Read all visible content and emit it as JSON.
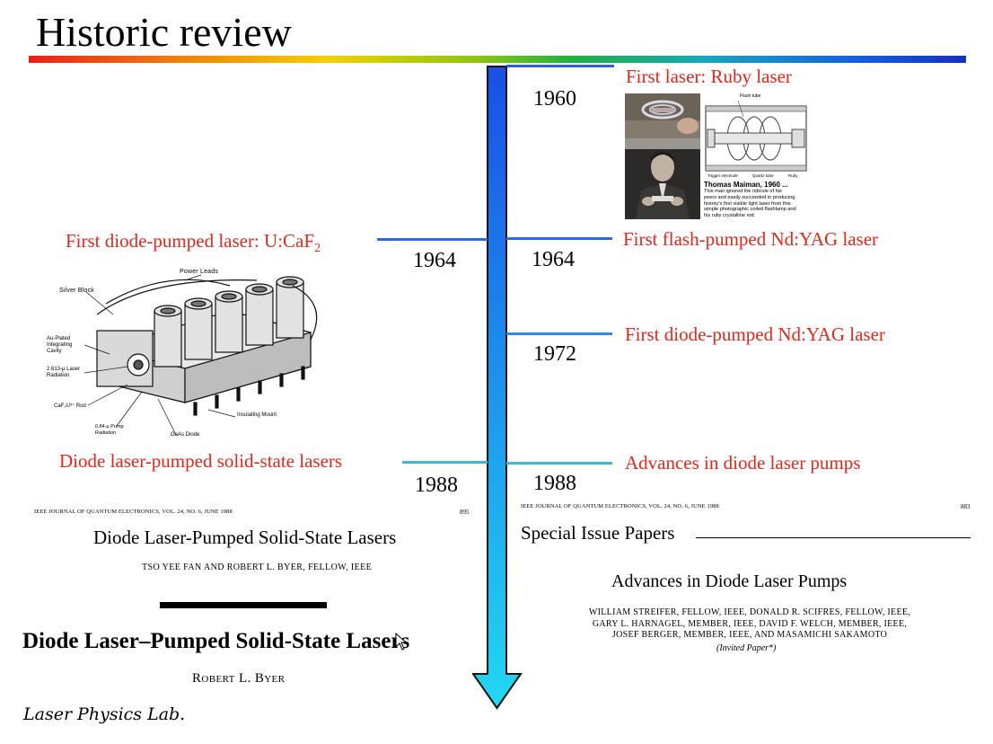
{
  "title": "Historic review",
  "colors": {
    "accent_red": "#e62619",
    "arrow_top": "#1a4fe6",
    "arrow_bottom": "#22d8f2"
  },
  "timeline": {
    "right": [
      {
        "year": "1960",
        "label": "First laser: Ruby laser"
      },
      {
        "year": "1964",
        "label": "First flash-pumped Nd:YAG laser"
      },
      {
        "year": "1972",
        "label": "First diode-pumped Nd:YAG laser"
      },
      {
        "year": "1988",
        "label": "Advances in diode laser pumps"
      }
    ],
    "left": [
      {
        "year": "1964",
        "label": "First diode-pumped laser: U:CaF",
        "label_sub": "2"
      },
      {
        "year": "1988",
        "label": "Diode laser-pumped solid-state lasers"
      }
    ]
  },
  "ruby_figure": {
    "top_label": "Flash tube",
    "labels": [
      "Trigger electrode",
      "Quartz tube",
      "Ruby"
    ],
    "caption_title": "Thomas Maiman, 1960 ...",
    "caption_text": [
      "This man ignored the ridicule of his",
      "peers and easily succeeded in producing",
      "history's first visible light laser from this",
      "simple photographic coiled flashlamp and",
      "his ruby crystalline rod."
    ]
  },
  "diode_figure": {
    "labels": {
      "power_leads": "Power Leads",
      "silver_block": "Silver Block",
      "au_plated": [
        "Au-Plated",
        "Integrating",
        "Cavity"
      ],
      "laser_radiation": [
        "2.613-μ Laser",
        "Radiation"
      ],
      "rod": "CaF₂U³⁺ Rod",
      "pump_radiation": [
        "0.84-μ Pump",
        "Radiation"
      ],
      "gaas": "GaAs Diode",
      "mount": "Insulating Mount"
    }
  },
  "paper_left": {
    "header": "IEEE JOURNAL OF QUANTUM ELECTRONICS, VOL. 24, NO. 6, JUNE 1988",
    "page": "895",
    "title": "Diode Laser-Pumped Solid-State Lasers",
    "authors": "TSO YEE FAN AND ROBERT L. BYER, FELLOW, IEEE",
    "big_title": "Diode Laser–Pumped Solid-State Lasers",
    "big_author": "Robert L. Byer"
  },
  "paper_right": {
    "header": "IEEE JOURNAL OF QUANTUM ELECTRONICS, VOL. 24, NO. 6, JUNE 1988",
    "page": "883",
    "section": "Special Issue Papers",
    "title": "Advances in Diode Laser Pumps",
    "authors": [
      "WILLIAM STREIFER, FELLOW, IEEE, DONALD R. SCIFRES, FELLOW, IEEE,",
      "GARY L. HARNAGEL, MEMBER, IEEE, DAVID F. WELCH, MEMBER, IEEE,",
      "JOSEF BERGER, MEMBER, IEEE, AND MASAMICHI SAKAMOTO"
    ],
    "note": "(Invited Paper*)"
  },
  "footer": "Laser Physics Lab."
}
